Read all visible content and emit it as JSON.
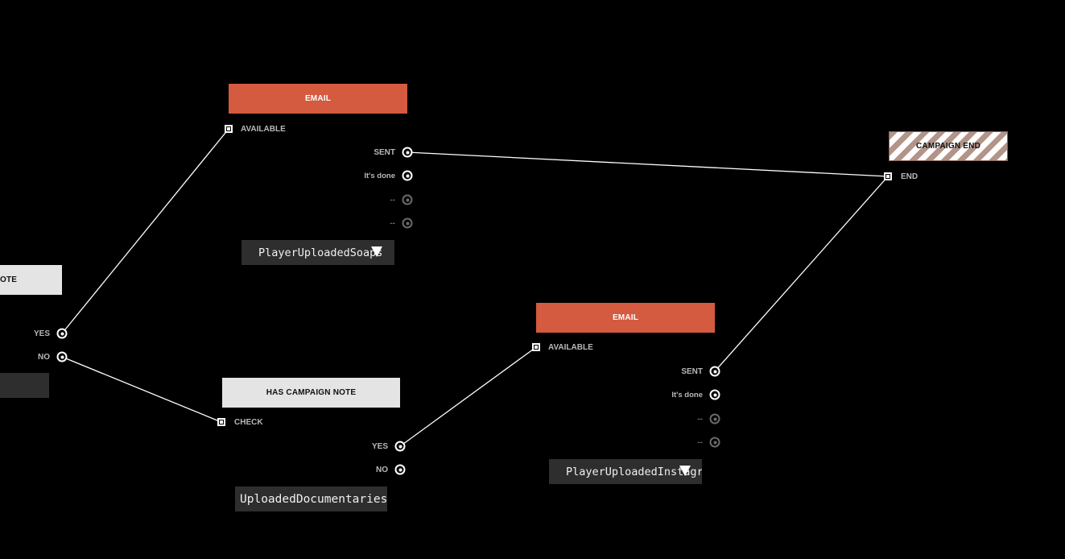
{
  "nodes": {
    "email_top": {
      "title": "EMAIL",
      "input_label": "AVAILABLE",
      "outputs": [
        "SENT",
        "It's done",
        "--",
        "--"
      ],
      "selector_value": "PlayerUploadedSoaps"
    },
    "campaign_end": {
      "title": "CAMPAIGN END",
      "input_label": "END"
    },
    "left_partial": {
      "title_fragment": "OTE",
      "outputs": [
        "YES",
        "NO"
      ]
    },
    "has_campaign_note": {
      "title": "HAS CAMPAIGN NOTE",
      "input_label": "CHECK",
      "outputs": [
        "YES",
        "NO"
      ],
      "selector_value": "UploadedDocumentaries"
    },
    "email_bottom": {
      "title": "EMAIL",
      "input_label": "AVAILABLE",
      "outputs": [
        "SENT",
        "It's done",
        "--",
        "--"
      ],
      "selector_value": "PlayerUploadedInstagram"
    }
  },
  "connections": [
    {
      "from": "left_partial.YES",
      "to": "email_top.AVAILABLE"
    },
    {
      "from": "left_partial.NO",
      "to": "has_campaign_note.CHECK"
    },
    {
      "from": "email_top.SENT",
      "to": "campaign_end.END"
    },
    {
      "from": "has_campaign_note.YES",
      "to": "email_bottom.AVAILABLE"
    },
    {
      "from": "email_bottom.SENT",
      "to": "campaign_end.END"
    }
  ],
  "colors": {
    "background": "#000000",
    "email_header": "#d45a40",
    "condition_header": "#e4e4e4",
    "selector_bg": "#2e2e2e",
    "wire": "#ffffff"
  }
}
